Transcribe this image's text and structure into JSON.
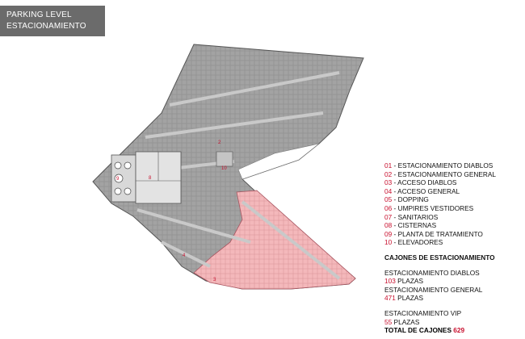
{
  "title": {
    "line1": "PARKING LEVEL",
    "line2": "ESTACIONAMIENTO"
  },
  "legend": [
    {
      "num": "01",
      "label": "-  ESTACIONAMIENTO DIABLOS"
    },
    {
      "num": "02",
      "label": "-  ESTACIONAMIENTO GENERAL"
    },
    {
      "num": "03",
      "label": "-  ACCESO DIABLOS"
    },
    {
      "num": "04",
      "label": "-  ACCESO GENERAL"
    },
    {
      "num": "05",
      "label": "-  DOPPING"
    },
    {
      "num": "06",
      "label": "-  UMPIRES VESTIDORES"
    },
    {
      "num": "07",
      "label": "-  SANITARIOS"
    },
    {
      "num": "08",
      "label": "-  CISTERNAS"
    },
    {
      "num": "09",
      "label": "-  PLANTA DE TRATAMIENTO"
    },
    {
      "num": "10",
      "label": "-  ELEVADORES"
    }
  ],
  "cajones": {
    "heading": "CAJONES   DE ESTACIONAMIENTO",
    "diablos_label": "ESTACIONAMIENTO DIABLOS",
    "diablos_count": "103",
    "diablos_unit": "PLAZAS",
    "general_label": "ESTACIONAMIENTO GENERAL",
    "general_count": "471",
    "general_unit": "PLAZAS",
    "vip_label": "ESTACIONAMIENTO VIP",
    "vip_count": "55",
    "vip_unit": "PLAZAS"
  },
  "total": {
    "label": "TOTAL DE CAJONES",
    "count": "629"
  },
  "plan_labels": {
    "n2": "2",
    "n10": "10",
    "n9": "9",
    "n8": "8",
    "n4": "4",
    "n3": "3"
  },
  "colors": {
    "accent": "#c8102e",
    "floor": "#9a9a9a",
    "diablos_zone": "#f4b8bb",
    "title_bg": "#6b6b6b"
  }
}
